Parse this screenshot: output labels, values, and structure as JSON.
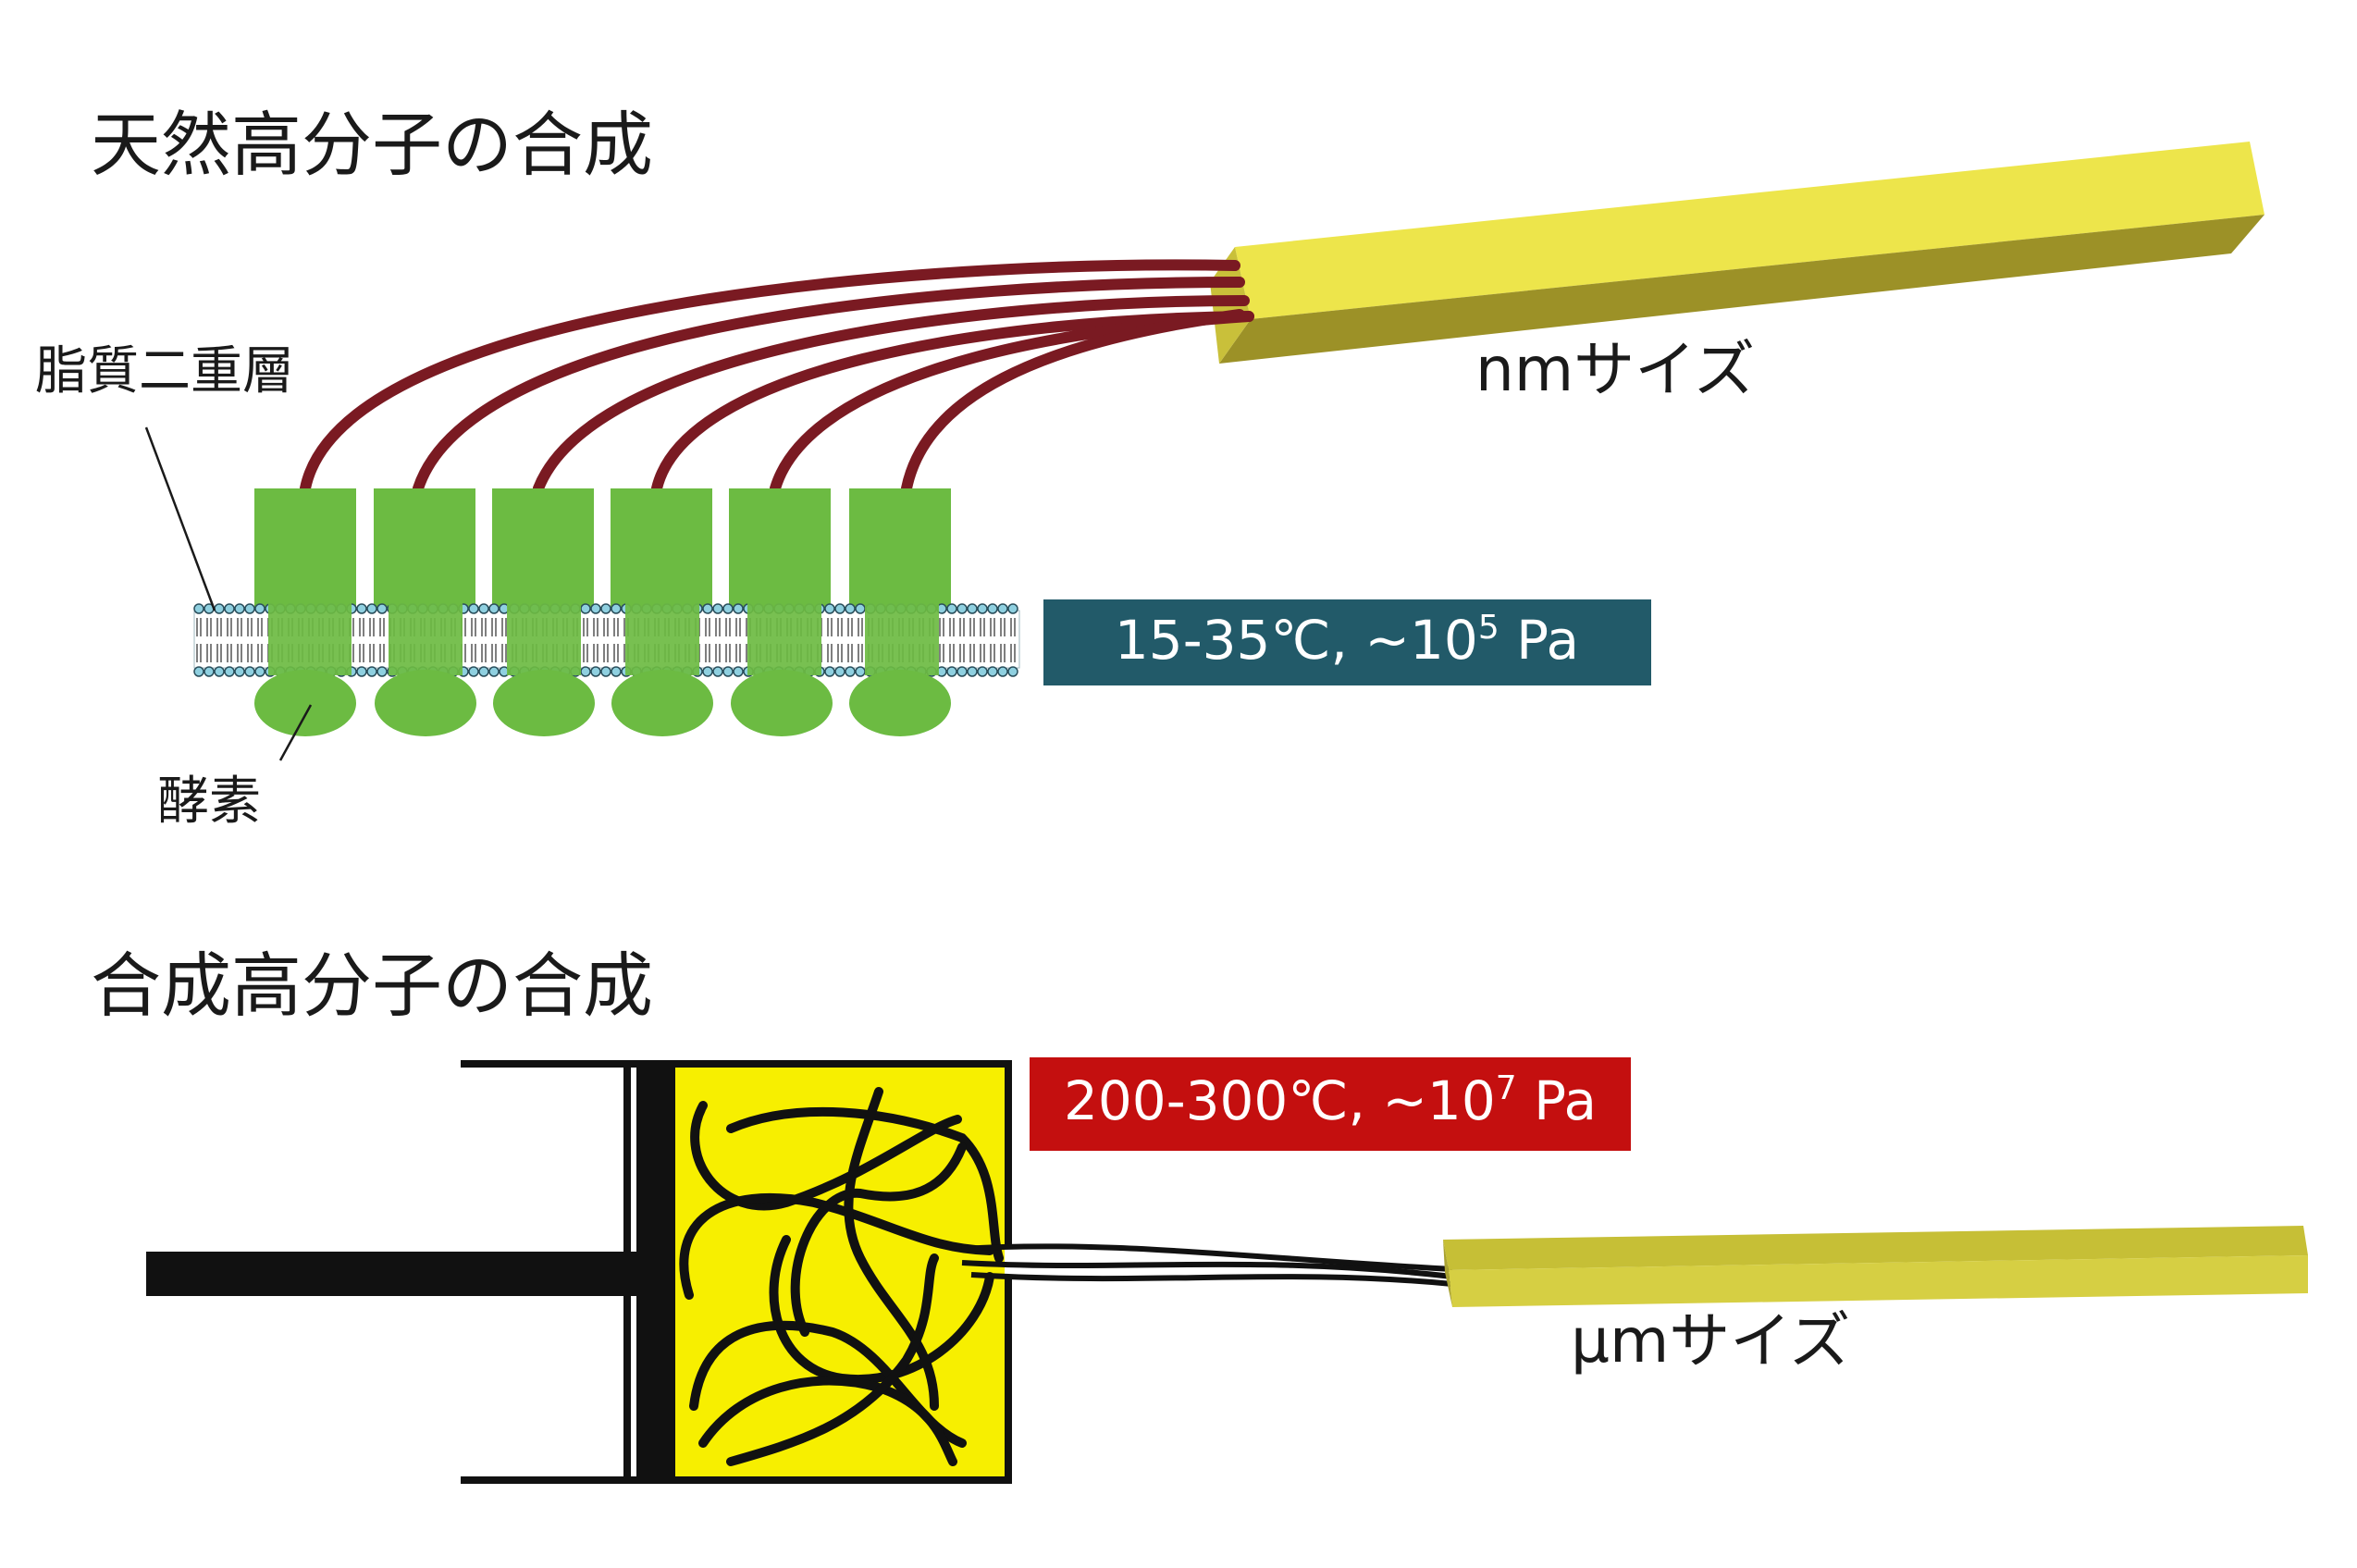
{
  "natural": {
    "title": "天然高分子の合成",
    "membrane_label": "脂質二重層",
    "enzyme_label": "酵素",
    "size_label": "nmサイズ",
    "condition": {
      "main": "15-35℃, ~10",
      "sup": "5",
      "unit": " Pa",
      "color": "#225a69"
    },
    "enzyme_color": "#6cbb42",
    "chain_color": "#7a1a22",
    "rod_color": "#ede54b"
  },
  "synthetic": {
    "title": "合成高分子の合成",
    "size_label": "μmサイズ",
    "condition": {
      "main": "200-300℃, ~10",
      "sup": "7",
      "unit": " Pa",
      "color": "#c40f0f"
    },
    "chamber_color": "#f7ef00",
    "rod_color": "#d6cf43"
  }
}
